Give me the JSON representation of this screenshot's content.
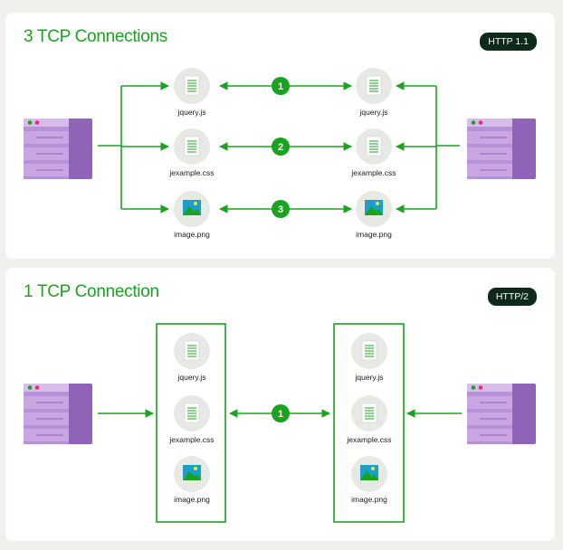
{
  "panels": [
    {
      "title": "3 TCP Connections",
      "badge": "HTTP 1.1"
    },
    {
      "title": "1 TCP Connection",
      "badge": "HTTP/2"
    }
  ],
  "files": [
    {
      "name": "jquery.js",
      "icon": "document-icon"
    },
    {
      "name": "jexample.css",
      "icon": "document-icon"
    },
    {
      "name": "image.png",
      "icon": "image-icon"
    }
  ],
  "connections_http1": [
    "1",
    "2",
    "3"
  ],
  "connections_http2": [
    "1"
  ],
  "colors": {
    "green": "#19a31f",
    "server": "#b38ad6",
    "server_dark": "#8a5fb5",
    "icon_bg": "#e6e9e4"
  }
}
